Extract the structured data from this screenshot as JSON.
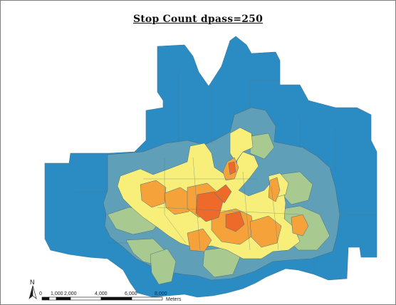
{
  "map": {
    "title": "Stop Count dpass=250",
    "colors": {
      "blue": "#2b8cc4",
      "steel": "#5f9fb8",
      "sage": "#a8c98f",
      "yellow": "#f7ef7a",
      "orange": "#f5a23a",
      "red": "#ee6a2a",
      "outline": "#4a6f80"
    }
  },
  "north_arrow": {
    "label": "N"
  },
  "scale_bar": {
    "ticks": [
      "0",
      "1,000",
      "2,000",
      "4,000",
      "6,000",
      "8,000"
    ],
    "units": "Meters"
  }
}
